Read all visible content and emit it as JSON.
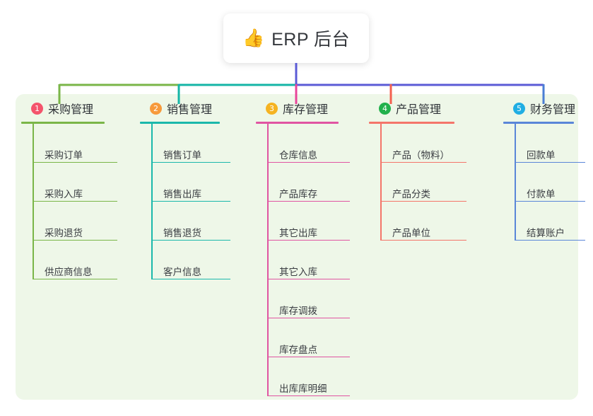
{
  "root": {
    "icon": "thumbs-up-icon",
    "icon_glyph": "👍",
    "title": "ERP 后台"
  },
  "colors": {
    "panel_bg": "#eef7e8",
    "card_bg": "#ffffff",
    "text": "#2f3338",
    "bus_green": "#7ab648",
    "bus_teal": "#14b5a6",
    "bus_purple": "#5b5bd6",
    "drop_pink": "#e8459a",
    "drop_red": "#f4604f",
    "drop_blue": "#4a7ed4"
  },
  "columns": [
    {
      "index": "1",
      "badge_color": "#f4546c",
      "line_color": "#7ab648",
      "title": "采购管理",
      "items": [
        "采购订单",
        "采购入库",
        "采购退货",
        "供应商信息"
      ]
    },
    {
      "index": "2",
      "badge_color": "#f79a3c",
      "line_color": "#1bb8ab",
      "title": "销售管理",
      "items": [
        "销售订单",
        "销售出库",
        "销售退货",
        "客户信息"
      ]
    },
    {
      "index": "3",
      "badge_color": "#f5b321",
      "line_color": "#e055a2",
      "title": "库存管理",
      "items": [
        "仓库信息",
        "产品库存",
        "其它出库",
        "其它入库",
        "库存调拨",
        "库存盘点",
        "出库库明细"
      ]
    },
    {
      "index": "4",
      "badge_color": "#22b14c",
      "line_color": "#f4756a",
      "title": "产品管理",
      "items": [
        "产品（物料）",
        "产品分类",
        "产品单位"
      ]
    },
    {
      "index": "5",
      "badge_color": "#20aee3",
      "line_color": "#5a86d8",
      "title": "财务管理",
      "items": [
        "回款单",
        "付款单",
        "结算账户"
      ]
    }
  ]
}
